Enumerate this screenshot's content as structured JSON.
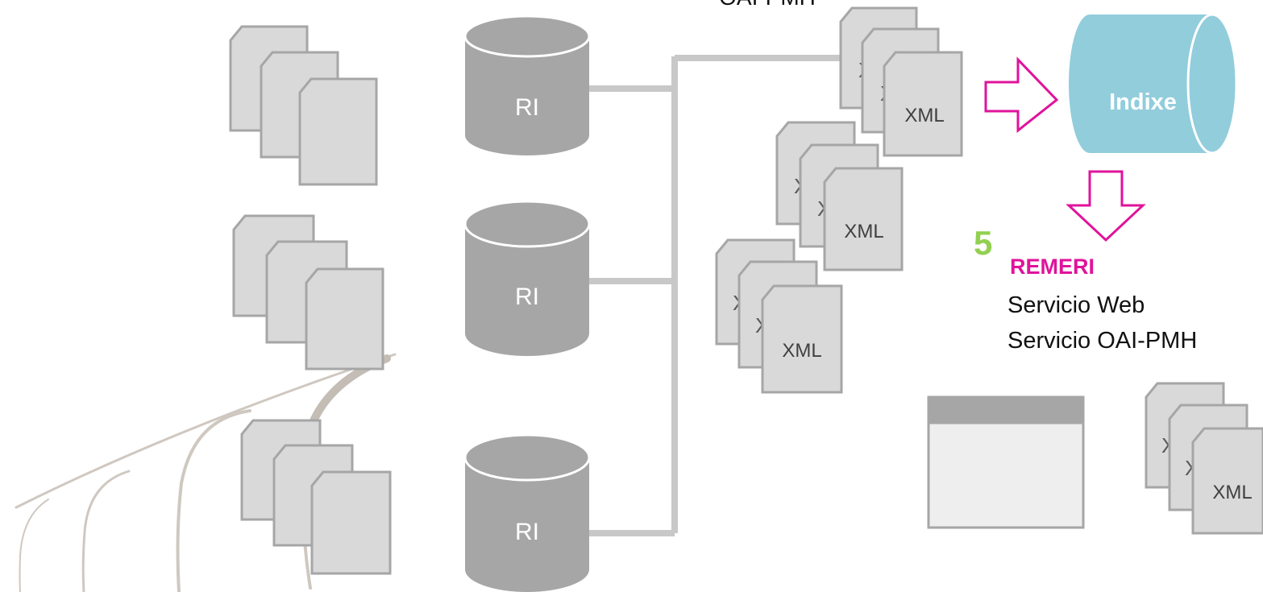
{
  "top_label": "OAI-PMH",
  "repository_label": "RI",
  "xml_label": "XML",
  "xml_partial_glyph": "X",
  "index_label": "Indixe",
  "step_number": "5",
  "remeri": {
    "title": "REMERI",
    "services": [
      "Servicio Web",
      "Servicio OAI-PMH"
    ]
  },
  "colors": {
    "doc_fill": "#d9d9d9",
    "doc_stroke": "#a6a6a6",
    "repo_fill": "#a6a6a6",
    "connector": "#c8c8c8",
    "arrow": "#e0139b",
    "index_fill": "#92cddc",
    "step_number": "#92d050",
    "remeri": "#e0139b",
    "window_bar": "#a6a6a6",
    "window_body": "#eeeeee"
  },
  "icons": [
    "document-stack-icon",
    "database-icon",
    "xml-document-icon",
    "arrow-right-icon",
    "arrow-down-icon",
    "index-cylinder-icon",
    "browser-window-icon"
  ]
}
